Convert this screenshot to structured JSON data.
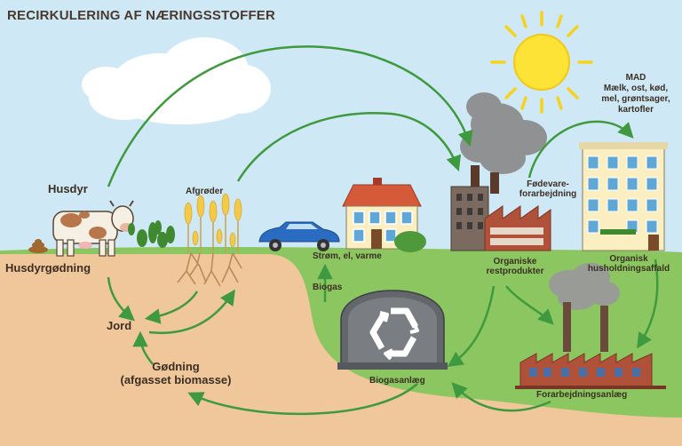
{
  "title": "RECIRKULERING AF NÆRINGSSTOFFER",
  "labels": {
    "husdyr": "Husdyr",
    "husdyrgodning": "Husdyrgødning",
    "afgroder": "Afgrøder",
    "jord": "Jord",
    "godning_line1": "Gødning",
    "godning_line2": "(afgasset biomasse)",
    "strom": "Strøm, el, varme",
    "biogas": "Biogas",
    "biogasanlaeg": "Biogasanlæg",
    "fodevare_line1": "Fødevare-",
    "fodevare_line2": "forarbejdning",
    "organiske_rest_line1": "Organiske",
    "organiske_rest_line2": "restprodukter",
    "organisk_hush_line1": "Organisk",
    "organisk_hush_line2": "husholdningsaffald",
    "forarbejdningsanlaeg": "Forarbejdningsanlæg",
    "mad_line1": "MAD",
    "mad_line2": "Mælk, ost, kød,",
    "mad_line3": "mel, grøntsager,",
    "mad_line4": "kartofler"
  },
  "colors": {
    "sky": "#cfe8f6",
    "grass": "#8cc660",
    "soil": "#f0c79a",
    "arrow": "#3f9a3f",
    "text": "#3b2f24"
  }
}
